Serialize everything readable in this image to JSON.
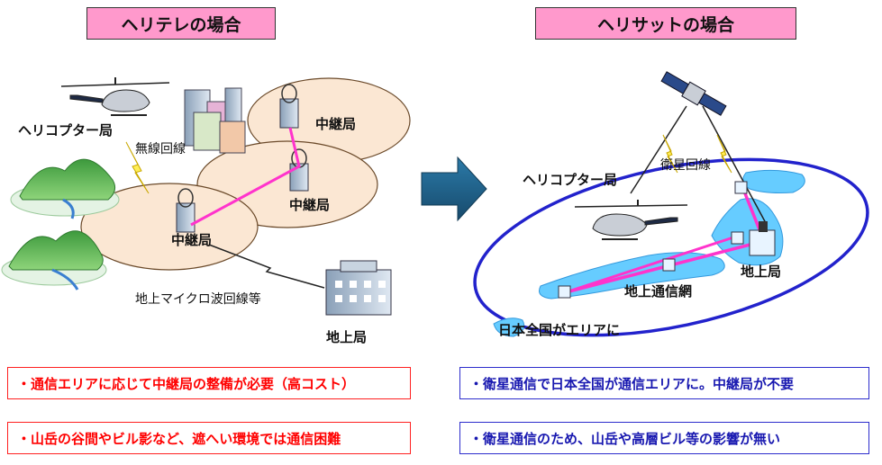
{
  "left": {
    "title": "ヘリテレの場合",
    "labels": {
      "helicopter": "ヘリコプター局",
      "wireless": "無線回線",
      "relay_top": "中継局",
      "relay_mid": "中継局",
      "relay_low": "中継局",
      "microwave": "地上マイクロ波回線等",
      "ground": "地上局"
    },
    "notes": [
      "・通信エリアに応じて中継局の整備が必要（高コスト）",
      "・山岳の谷間やビル影など、遮へい環境では通信困難"
    ]
  },
  "right": {
    "title": "ヘリサットの場合",
    "labels": {
      "helicopter": "ヘリコプター局",
      "satellite_link": "衛星回線",
      "ground_network": "地上通信網",
      "ground": "地上局",
      "coverage": "日本全国がエリアに"
    },
    "notes": [
      "・衛星通信で日本全国が通信エリアに。中継局が不要",
      "・衛星通信のため、山岳や高層ビル等の影響が無い"
    ]
  },
  "colors": {
    "title_bg": "#ff99cc",
    "red": "#ff0000",
    "blue": "#1818b0",
    "relay_link": "#ff33cc",
    "arrow": "#1f5c85",
    "coverage_ring": "#2222cc",
    "japan_fill": "#66ccff"
  },
  "icons": [
    "helicopter-icon",
    "building-icon",
    "relay-tower-icon",
    "mountain-icon",
    "satellite-icon",
    "lightning-icon",
    "arrow-right-icon"
  ]
}
